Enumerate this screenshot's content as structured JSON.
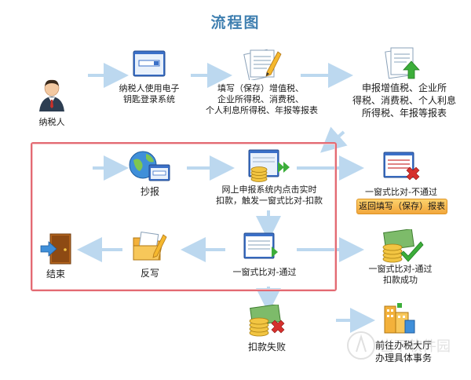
{
  "title": "流程图",
  "nodes": {
    "taxpayer": "纳税人",
    "login": [
      "纳税人使用电子",
      "钥匙登录系统"
    ],
    "fill": [
      "填写（保存）增值税、",
      "企业所得税、消费税、",
      "个人利息所得税、年报等报表"
    ],
    "declare": [
      "申报增值税、企业所",
      "得税、消费税、个人利息",
      "所得税、年报等报表"
    ],
    "copy": "抄报",
    "online": [
      "网上申报系统内点击实时",
      "扣款，触发一窗式比对-扣款"
    ],
    "fail_compare": "一窗式比对-不通过",
    "return_fill": "返回填写（保存）报表",
    "end": "结束",
    "reverse": "反写",
    "pass_compare": "一窗式比对-通过",
    "pass_success": [
      "一窗式比对-通过",
      "扣款成功"
    ],
    "deduct_fail": "扣款失败",
    "hall": [
      "前往办税大厅",
      "办理具体事务"
    ]
  },
  "watermark": "当下软件园",
  "colors": {
    "title": "#3f7fb0",
    "highlight_border": "#e36a73",
    "arrow": "#bcd8ef",
    "badge": "#f2a73c"
  }
}
